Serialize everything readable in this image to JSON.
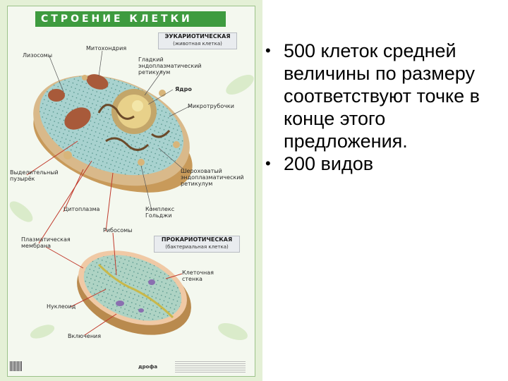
{
  "poster": {
    "title": "СТРОЕНИЕ КЛЕТКИ",
    "eukaryotic": {
      "title": "ЭУКАРИОТИЧЕСКАЯ",
      "subtitle": "(животная клетка)"
    },
    "prokaryotic": {
      "title": "ПРОКАРИОТИЧЕСКАЯ",
      "subtitle": "(бактериальная клетка)"
    },
    "labels": {
      "lysosomes": "Лизосомы",
      "mitochondria": "Митохондрия",
      "smooth_er_1": "Гладкий",
      "smooth_er_2": "эндоплазматический",
      "smooth_er_3": "ретикулум",
      "nucleus": "Ядро",
      "microtubules": "Микротрубочки",
      "secretory_1": "Выделительный",
      "secretory_2": "пузырёк",
      "rough_er_1": "Шероховатый",
      "rough_er_2": "эндоплазматический",
      "rough_er_3": "ретикулум",
      "cytoplasm": "Цитоплазма",
      "golgi_1": "Комплекс",
      "golgi_2": "Гольджи",
      "membrane_1": "Плазматическая",
      "membrane_2": "мембрана",
      "ribosomes": "Рибосомы",
      "cell_wall_1": "Клеточная",
      "cell_wall_2": "стенка",
      "nucleoid": "Нуклеоид",
      "inclusions": "Включения"
    },
    "publisher": "дрофа"
  },
  "bullets": [
    {
      "marker": "•",
      "text": "500 клеток средней величины по размеру соответствуют точке в конце этого предложения."
    },
    {
      "marker": "•",
      "text": "200 видов"
    }
  ]
}
